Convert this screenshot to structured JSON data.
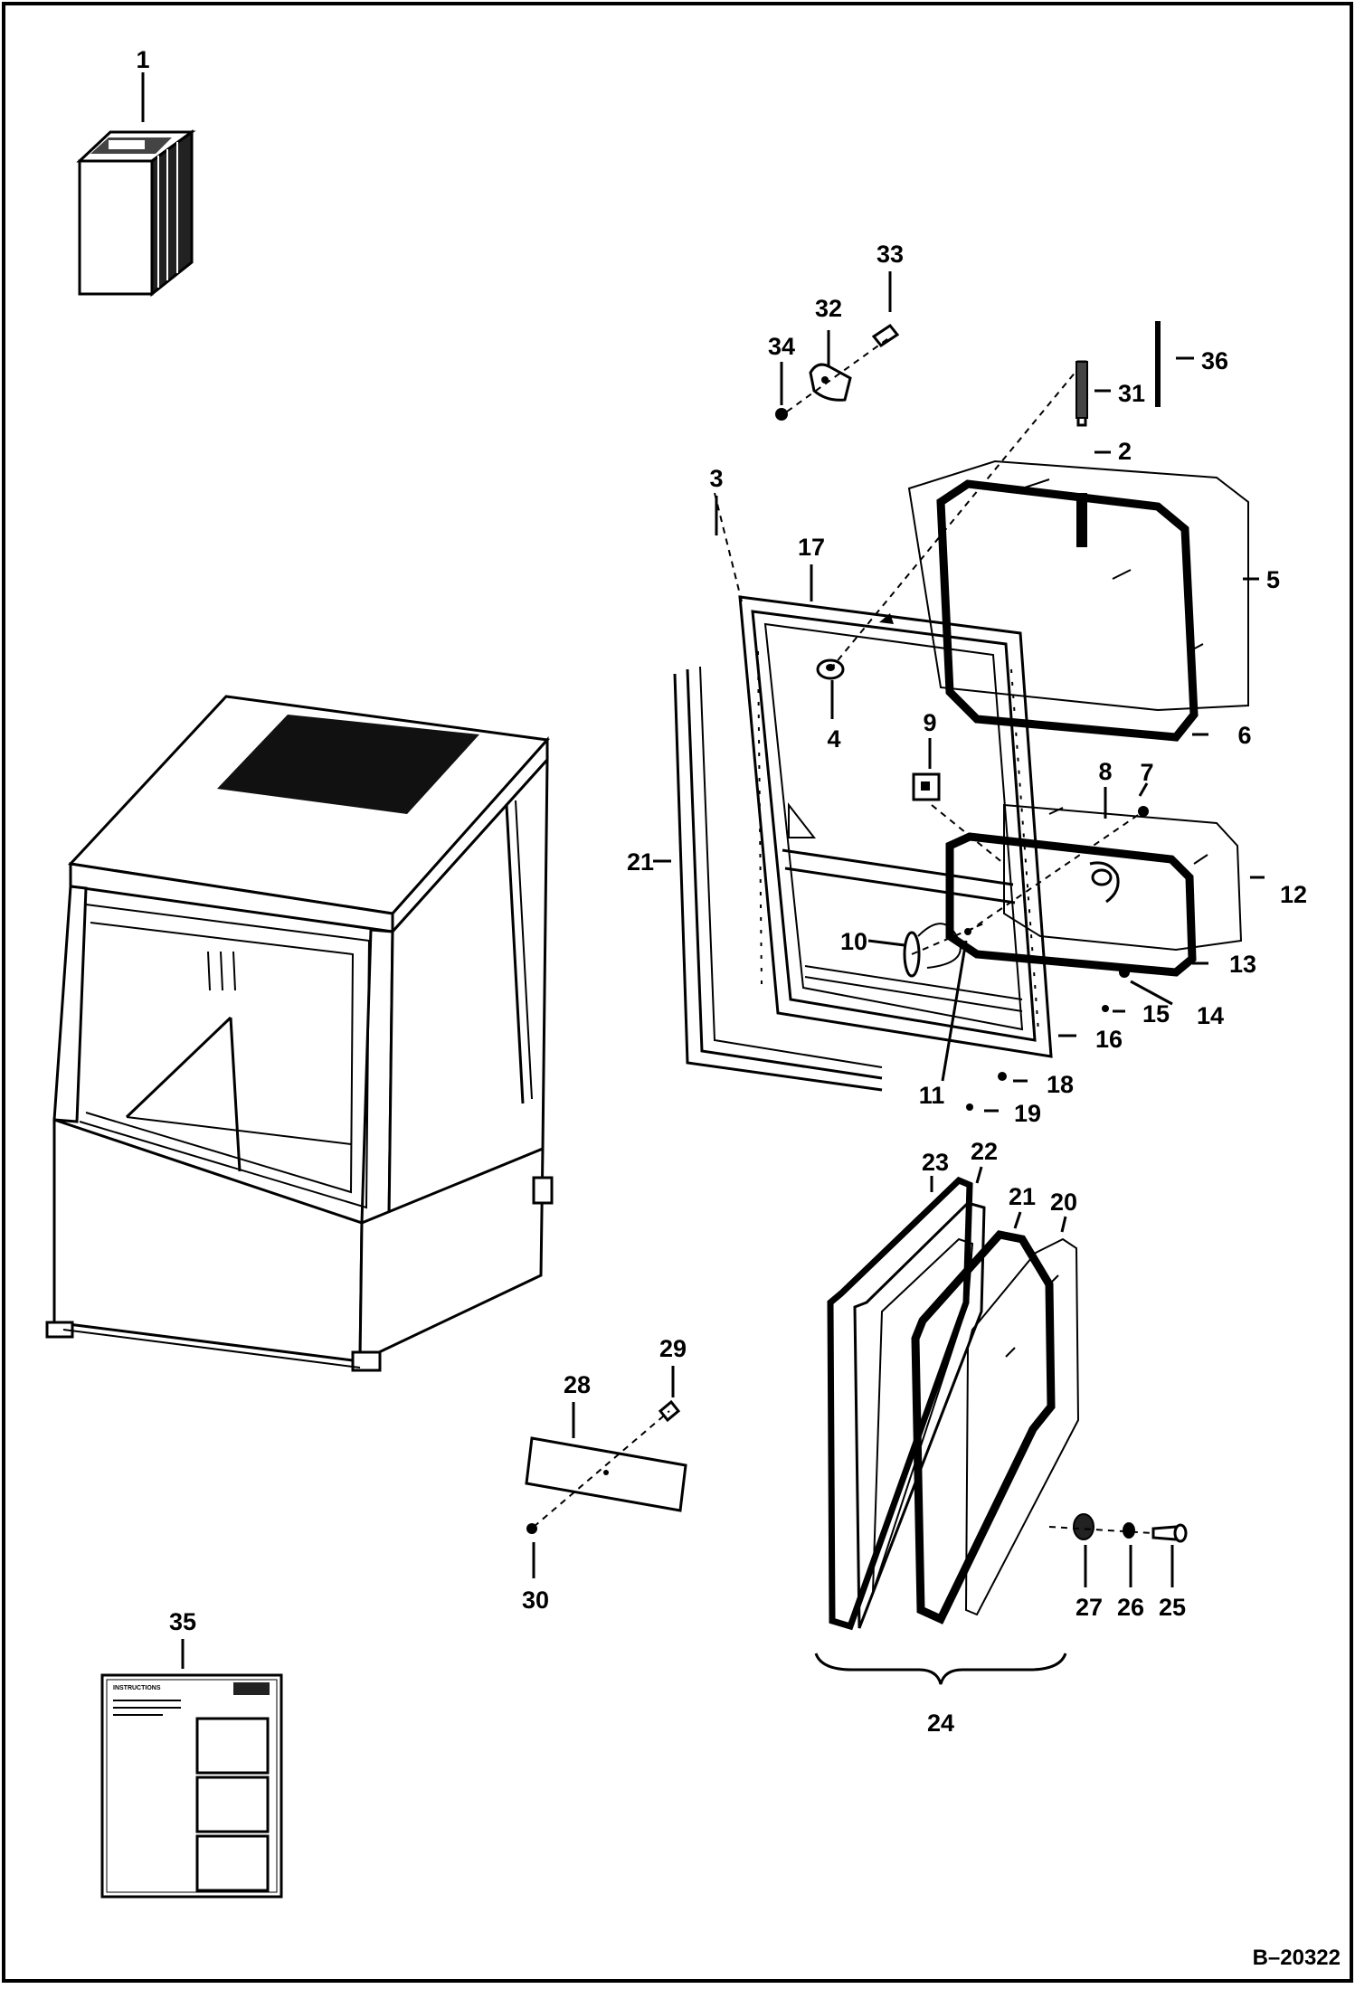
{
  "diagram": {
    "drawing_number": "B–20322",
    "callouts": [
      {
        "id": "1",
        "label": "1"
      },
      {
        "id": "2",
        "label": "2"
      },
      {
        "id": "3",
        "label": "3"
      },
      {
        "id": "4",
        "label": "4"
      },
      {
        "id": "5",
        "label": "5"
      },
      {
        "id": "6",
        "label": "6"
      },
      {
        "id": "7",
        "label": "7"
      },
      {
        "id": "8",
        "label": "8"
      },
      {
        "id": "9",
        "label": "9"
      },
      {
        "id": "10",
        "label": "10"
      },
      {
        "id": "11",
        "label": "11"
      },
      {
        "id": "12",
        "label": "12"
      },
      {
        "id": "13",
        "label": "13"
      },
      {
        "id": "14",
        "label": "14"
      },
      {
        "id": "15",
        "label": "15"
      },
      {
        "id": "16",
        "label": "16"
      },
      {
        "id": "17",
        "label": "17"
      },
      {
        "id": "18",
        "label": "18"
      },
      {
        "id": "19",
        "label": "19"
      },
      {
        "id": "20",
        "label": "20"
      },
      {
        "id": "21a",
        "label": "21"
      },
      {
        "id": "21b",
        "label": "21"
      },
      {
        "id": "22",
        "label": "22"
      },
      {
        "id": "23",
        "label": "23"
      },
      {
        "id": "24",
        "label": "24"
      },
      {
        "id": "25",
        "label": "25"
      },
      {
        "id": "26",
        "label": "26"
      },
      {
        "id": "27",
        "label": "27"
      },
      {
        "id": "28",
        "label": "28"
      },
      {
        "id": "29",
        "label": "29"
      },
      {
        "id": "30",
        "label": "30"
      },
      {
        "id": "31",
        "label": "31"
      },
      {
        "id": "32",
        "label": "32"
      },
      {
        "id": "33",
        "label": "33"
      },
      {
        "id": "34",
        "label": "34"
      },
      {
        "id": "35",
        "label": "35"
      },
      {
        "id": "36",
        "label": "36"
      }
    ],
    "decal_text": "INSTRUCTIONS"
  }
}
